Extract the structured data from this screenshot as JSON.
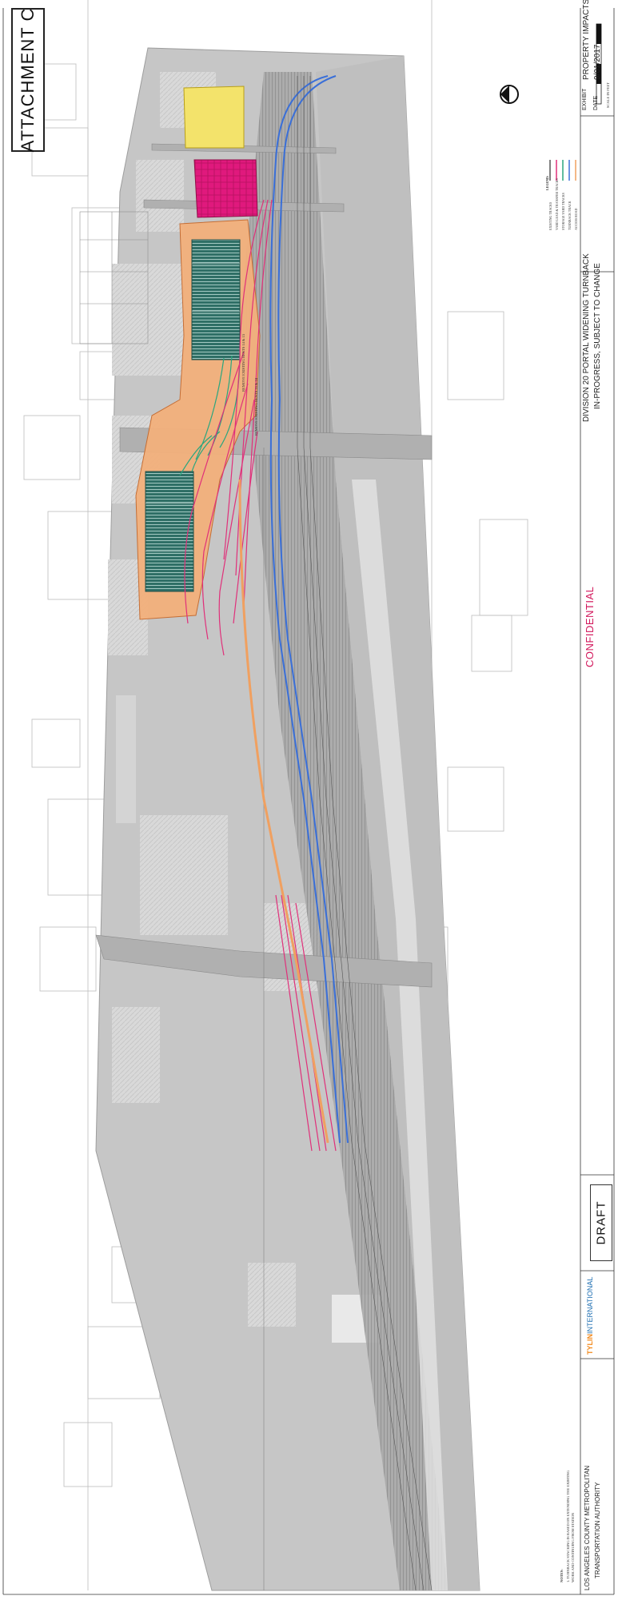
{
  "attachment_label": "ATTACHMENT C",
  "confidential": "CONFIDENTIAL",
  "draft": "DRAFT",
  "project": {
    "line1": "DIVISION 20 PORTAL WIDENING TURNBACK",
    "line2": "IN-PROGRESS, SUBJECT TO CHANGE"
  },
  "exhibit": {
    "label": "EXHIBIT",
    "title": "PROPERTY IMPACTS EXHIBIT",
    "date_label": "DATE",
    "date": "9/01/2017"
  },
  "agency": {
    "line1": "LOS ANGELES COUNTY METROPOLITAN",
    "line2": "TRANSPORTATION AUTHORITY"
  },
  "consultant": {
    "brand_a": "TYLIN",
    "brand_b": "INTERNATIONAL"
  },
  "notes": {
    "heading": "NOTES:",
    "item1": "1.   TURNBACK STACKING IS BASED ON EXTENDING THE EXISTING",
    "item2": "     WORK AND CONTINUING FROM STATION"
  },
  "legend": {
    "heading": "LEGEND:",
    "items": [
      {
        "label": "EXISTING TRACKS",
        "color": "#555555"
      },
      {
        "label": "YARD LEAD & TRANSFER TRACKS",
        "color": "#e0307a"
      },
      {
        "label": "STORAGE YARD TRACKS",
        "color": "#2aa67e"
      },
      {
        "label": "TURNBACK TRACK",
        "color": "#3a6fd8"
      },
      {
        "label": "ACCESS ROAD",
        "color": "#f0a060"
      }
    ]
  },
  "scale_label": "SCALE IN FEET",
  "map_annotations": {
    "remove_bents_1": "REMOVE EXISTING BENTS 14 & 15",
    "remove_bents_2": "REMOVE EXISTING BENTS 16 & 18"
  },
  "colors": {
    "impact_magenta": "#e0197d",
    "impact_yellow": "#f3e36b",
    "access_road": "#f3b07c",
    "storage_tracks": "#2f6f66",
    "turnback": "#3a6fd8",
    "yard_lead": "#e0307a"
  }
}
